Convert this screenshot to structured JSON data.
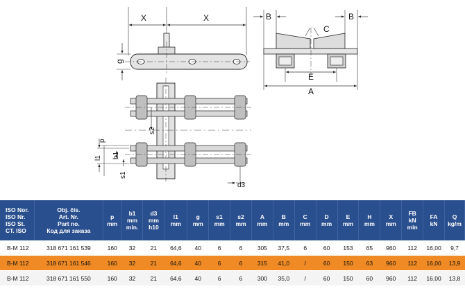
{
  "drawing": {
    "top_view": {
      "label_x_left": "X",
      "label_x_right": "X",
      "label_g": "g"
    },
    "side_view": {
      "label_b_left": "B",
      "label_b_right": "B",
      "label_c": "C",
      "label_e": "E",
      "label_a": "A"
    },
    "plan_view": {
      "label_s2": "s2",
      "label_p": "p",
      "label_l1": "l1",
      "label_b1": "b1",
      "label_s1": "s1",
      "label_d3": "d3"
    }
  },
  "table": {
    "headers": [
      [
        "ISO Nor.",
        "ISO Nr.",
        "ISO St.",
        "CT. ISO"
      ],
      [
        "Obj. čís.",
        "Art. Nr.",
        "Part no.",
        "Код для заказа"
      ],
      [
        "p",
        "mm"
      ],
      [
        "b1",
        "mm",
        "min."
      ],
      [
        "d3",
        "mm",
        "h10"
      ],
      [
        "l1",
        "mm"
      ],
      [
        "g",
        "mm"
      ],
      [
        "s1",
        "mm"
      ],
      [
        "s2",
        "mm"
      ],
      [
        "A",
        "mm"
      ],
      [
        "B",
        "mm"
      ],
      [
        "C",
        "mm"
      ],
      [
        "D",
        "mm"
      ],
      [
        "E",
        "mm"
      ],
      [
        "H",
        "mm"
      ],
      [
        "X",
        "mm"
      ],
      [
        "FB",
        "kN",
        "min"
      ],
      [
        "FA",
        "kN"
      ],
      [
        "Q",
        "kg/m"
      ]
    ],
    "rows": [
      [
        "B-M 112",
        "318 671 161 539",
        "160",
        "32",
        "21",
        "64,6",
        "40",
        "6",
        "6",
        "305",
        "37,5",
        "6",
        "60",
        "153",
        "65",
        "960",
        "112",
        "16,00",
        "9,7"
      ],
      [
        "B-M 112",
        "318 671 161 546",
        "160",
        "32",
        "21",
        "64,6",
        "40",
        "6",
        "6",
        "315",
        "41,0",
        "/",
        "60",
        "150",
        "63",
        "960",
        "112",
        "16,00",
        "13,9"
      ],
      [
        "B-M 112",
        "318 671 161 550",
        "160",
        "32",
        "21",
        "64,6",
        "40",
        "6",
        "6",
        "300",
        "35,0",
        "/",
        "60",
        "150",
        "60",
        "960",
        "112",
        "16,00",
        "13,8"
      ]
    ],
    "highlight_color": "#f08a24",
    "header_color": "#2a4f8e"
  }
}
